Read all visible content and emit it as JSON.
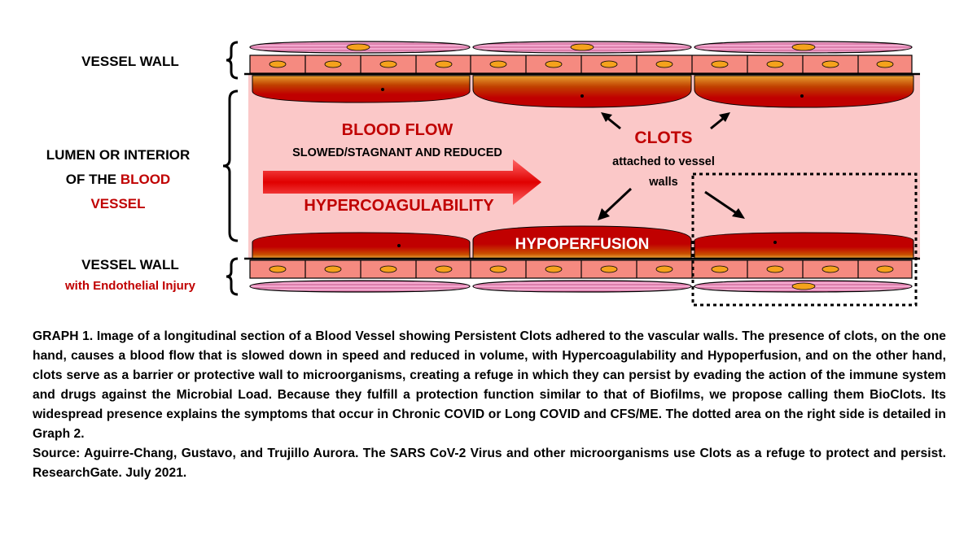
{
  "labels": {
    "vessel_wall_top": "VESSEL WALL",
    "lumen_line1": "LUMEN OR INTERIOR",
    "lumen_line2_prefix": "OF THE ",
    "lumen_line2_red": "BLOOD",
    "lumen_line3": "VESSEL",
    "vessel_wall_bottom": "VESSEL WALL",
    "endothelial_injury": "with Endothelial Injury"
  },
  "diagram": {
    "blood_flow": "BLOOD FLOW",
    "slowed": "SLOWED/STAGNANT AND REDUCED",
    "hypercoagulability": "HYPERCOAGULABILITY",
    "clots": "CLOTS",
    "attached_line1": "attached to vessel",
    "attached_line2": "walls",
    "hypoperfusion": "HYPOPERFUSION"
  },
  "colors": {
    "lumen": "#fbc8c8",
    "cell": "#f58a80",
    "clot": "#c00000",
    "endothelium_pink": "#f3a9cf",
    "nucleus": "#f5a21c"
  },
  "caption": {
    "text": "GRAPH 1. Image of a longitudinal section of a Blood Vessel showing Persistent Clots adhered to the vascular walls. The presence of clots, on the one hand, causes a blood flow that is slowed down in speed and reduced in volume, with Hypercoagulability and Hypoperfusion, and on the other hand, clots serve as a barrier or protective wall to microorganisms, creating a refuge in which they can persist by evading the action of the immune system and drugs against the Microbial Load. Because they fulfill a protection function similar to that of Biofilms, we propose calling them BioClots. Its widespread presence explains the symptoms that occur in Chronic COVID or Long COVID and CFS/ME. The dotted area on the right side is detailed in Graph 2.",
    "source": "Source: Aguirre-Chang, Gustavo, and Trujillo Aurora. The SARS CoV-2 Virus and other microorganisms use Clots as a refuge to protect and persist. ResearchGate. July 2021."
  }
}
